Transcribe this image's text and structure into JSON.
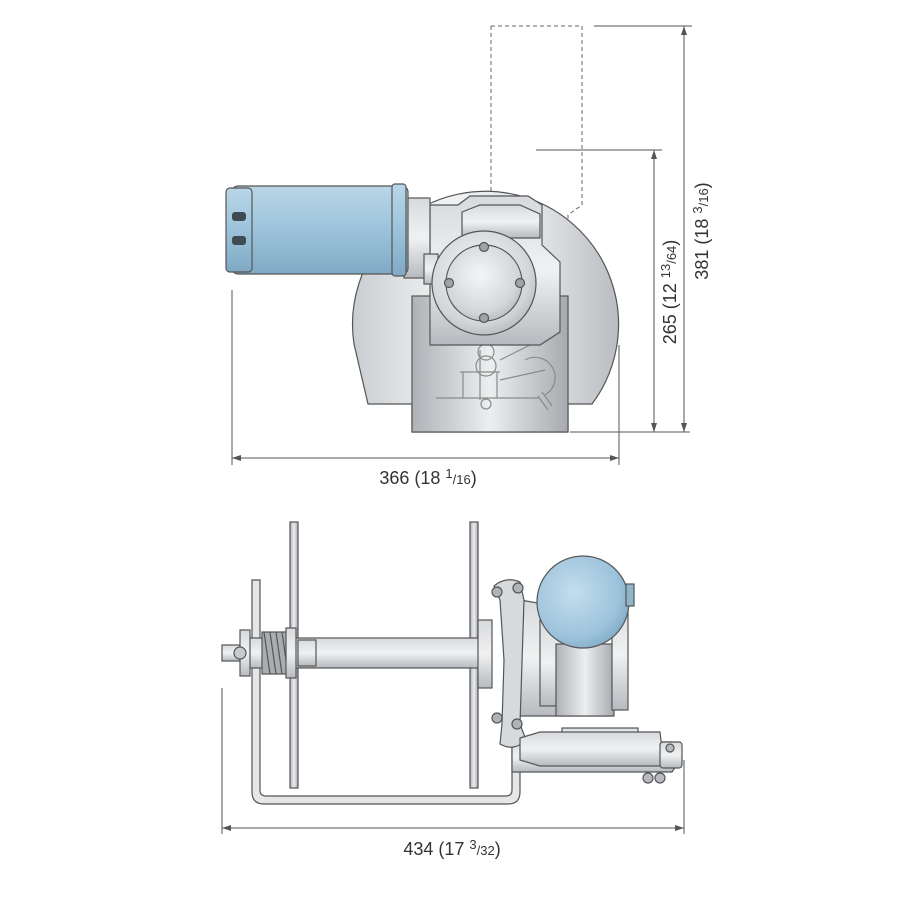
{
  "dimensions": {
    "top_width": {
      "main": "366 (18 ",
      "sup": "1",
      "sub": "/16",
      "close": ")"
    },
    "height_265": {
      "main": "265 (12 ",
      "sup": "13",
      "sub": "/64",
      "close": ")"
    },
    "height_381": {
      "main": "381 (18 ",
      "sup": "3",
      "sub": "/16",
      "close": ")"
    },
    "bottom_width": {
      "main": "434 (17 ",
      "sup": "3",
      "sub": "/32",
      "close": ")"
    }
  },
  "colors": {
    "motor_blue": "#9cc3db",
    "metal_light": "#e6e8ea",
    "metal_mid": "#c5c9cd",
    "metal_dark": "#8f959a",
    "line": "#555555"
  }
}
